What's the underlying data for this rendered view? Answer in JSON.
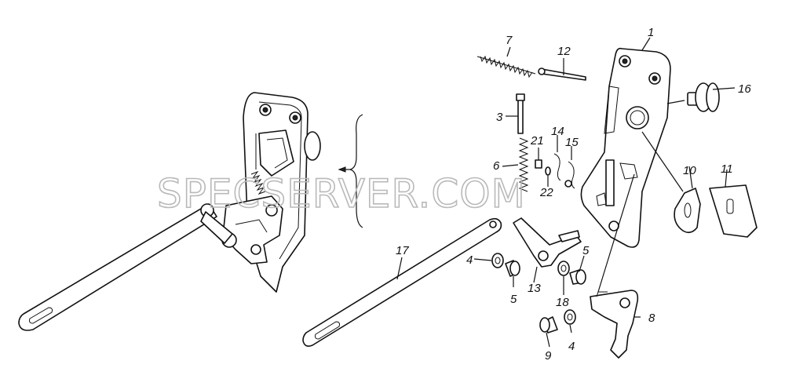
{
  "watermark": "SPECSERVER.COM",
  "callouts": [
    "1",
    "3",
    "4",
    "4",
    "5",
    "5",
    "6",
    "7",
    "8",
    "9",
    "10",
    "11",
    "12",
    "13",
    "14",
    "15",
    "16",
    "17",
    "18",
    "21",
    "22"
  ]
}
